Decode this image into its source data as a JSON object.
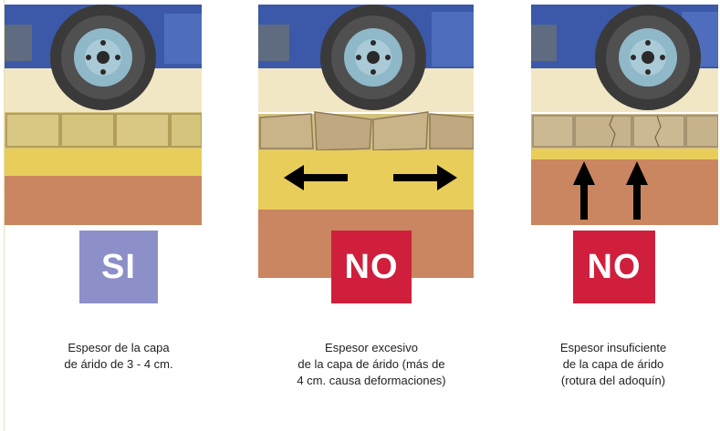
{
  "colors": {
    "si_badge": "#8d8fc9",
    "no_badge": "#cf1f3d",
    "sand": "#e8cd5a",
    "soil": "#c98660",
    "paver": "#d2c27e",
    "car_body": "#3b59a8",
    "tire": "#3a3a3a",
    "hub": "#8fb8c8",
    "arrow": "#000000"
  },
  "panels": [
    {
      "id": "correct",
      "badge": "SI",
      "caption_lines": [
        "Espesor de la capa",
        "de árido de 3 - 4 cm."
      ],
      "arrows": "none"
    },
    {
      "id": "excessive",
      "badge": "NO",
      "caption_lines": [
        "Espesor excesivo",
        "de la capa de árido (más de",
        "4 cm. causa deformaciones)"
      ],
      "arrows": "horizontal-outward"
    },
    {
      "id": "insufficient",
      "badge": "NO",
      "caption_lines": [
        "Espesor insuficiente",
        "de la capa de árido",
        "(rotura del adoquín)"
      ],
      "arrows": "vertical-up"
    }
  ]
}
